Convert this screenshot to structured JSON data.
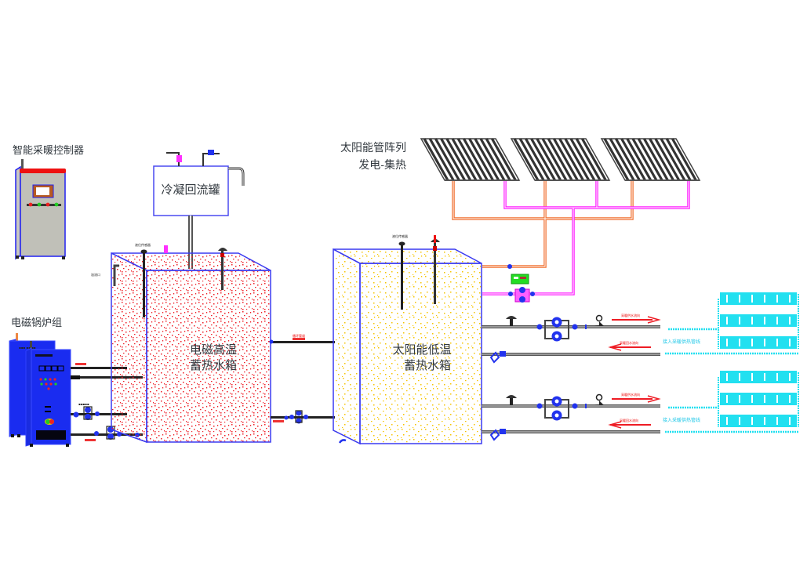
{
  "labels": {
    "controller": "智能采暖控制器",
    "boiler_group": "电磁锅炉组",
    "condensate_tank": "冷凝回流罐",
    "high_temp_tank_line1": "电磁高温",
    "high_temp_tank_line2": "蓄热水箱",
    "solar_array_line1": "太阳能管阵列",
    "solar_array_line2": "发电-集热",
    "low_temp_tank_line1": "太阳能低温",
    "low_temp_tank_line2": "蓄热水箱",
    "level_sensor": "液位传感器",
    "overflow": "溢流口",
    "supply_flow_1": "采暖供水流向",
    "return_flow_1": "采暖回水流向",
    "supply_flow_2": "采暖供水流向",
    "return_flow_2": "采暖回水流向",
    "heating_loop_1": "接入采暖供热管线",
    "heating_loop_2": "接入采暖供热管线",
    "pipe_tag": "循环管道"
  },
  "colors": {
    "tank_outline": "#3a3af0",
    "high_temp_dots": "#ee1c24",
    "low_temp_dots": "#f5c400",
    "solar_supply_pipe": "#f07030",
    "solar_return_pipe": "#ff20ff",
    "boiler_body": "#1a2cf0",
    "heating_coil": "#22e0f0",
    "flow_arrow": "#ee1c24",
    "pipe": "#444444",
    "controller_body": "#c0c0b8"
  }
}
